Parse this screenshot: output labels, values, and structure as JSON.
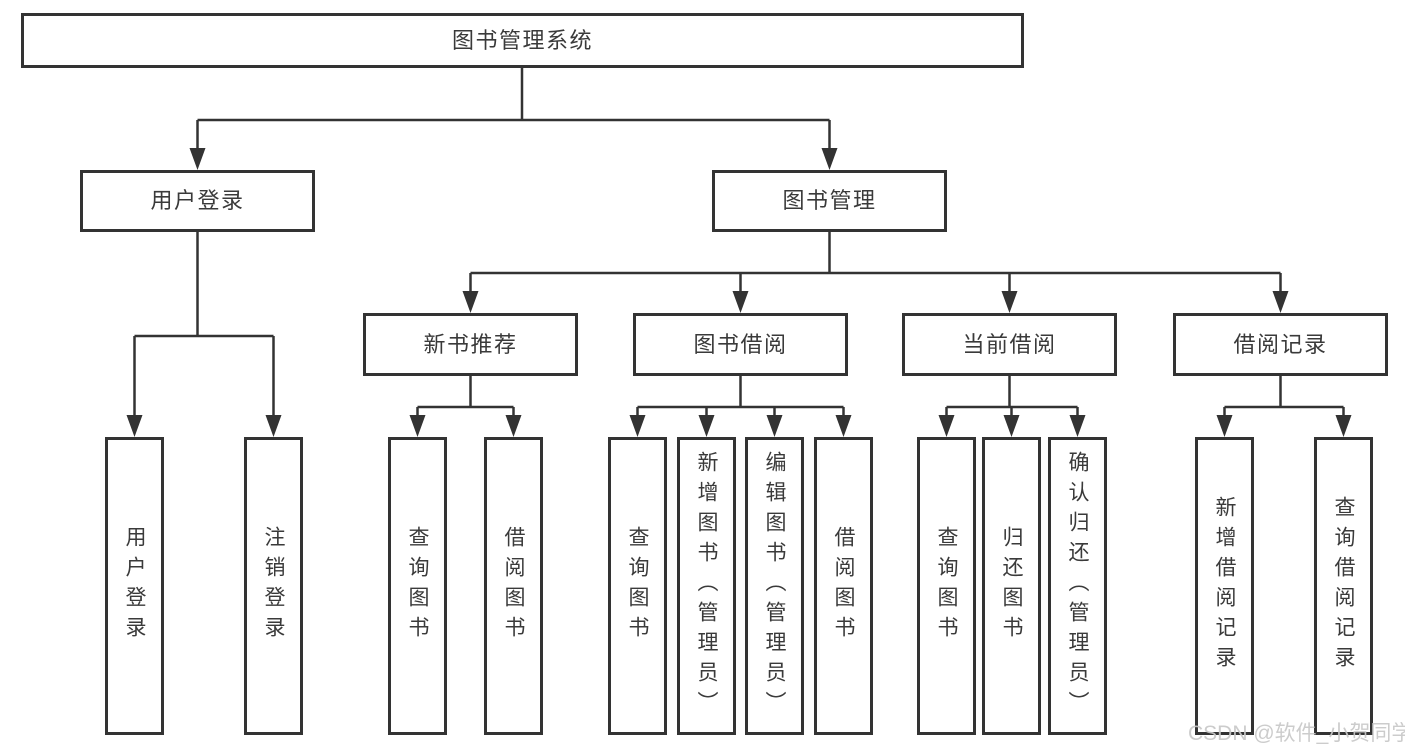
{
  "tree": {
    "root": "图书管理系统",
    "branches": [
      {
        "label": "用户登录",
        "children": [
          "用户登录",
          "注销登录"
        ]
      },
      {
        "label": "图书管理",
        "groups": [
          {
            "label": "新书推荐",
            "children": [
              "查询图书",
              "借阅图书"
            ]
          },
          {
            "label": "图书借阅",
            "children": [
              "查询图书",
              "新增图书（管理员）",
              "编辑图书（管理员）",
              "借阅图书"
            ]
          },
          {
            "label": "当前借阅",
            "children": [
              "查询图书",
              "归还图书",
              "确认归还（管理员）"
            ]
          },
          {
            "label": "借阅记录",
            "children": [
              "新增借阅记录",
              "查询借阅记录"
            ]
          }
        ]
      }
    ]
  },
  "watermark": "CSDN @软件_小贺同学",
  "colors": {
    "line": "#333333",
    "box_border": "#333333",
    "text": "#3a3a3a",
    "watermark": "#c8c8c8",
    "background": "#ffffff"
  }
}
